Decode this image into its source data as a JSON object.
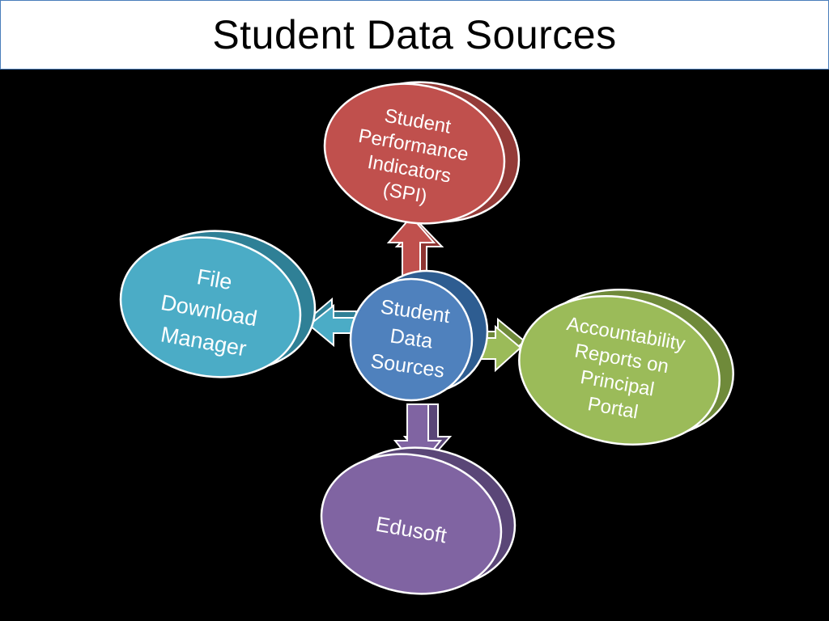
{
  "title": "Student Data Sources",
  "center": {
    "lines": [
      "Student",
      "Data",
      "Sources"
    ],
    "color": "#4f81bd"
  },
  "nodes": {
    "spi": {
      "lines": [
        "Student",
        "Performance",
        "Indicators",
        "(SPI)"
      ],
      "color": "#c0504d"
    },
    "file": {
      "lines": [
        "File",
        "Download",
        "Manager"
      ],
      "color": "#4bacc6"
    },
    "acct": {
      "lines": [
        "Accountability",
        "Reports on",
        "Principal",
        "Portal"
      ],
      "color": "#9bbb59"
    },
    "edu": {
      "lines": [
        "Edusoft"
      ],
      "color": "#8064a2"
    }
  }
}
